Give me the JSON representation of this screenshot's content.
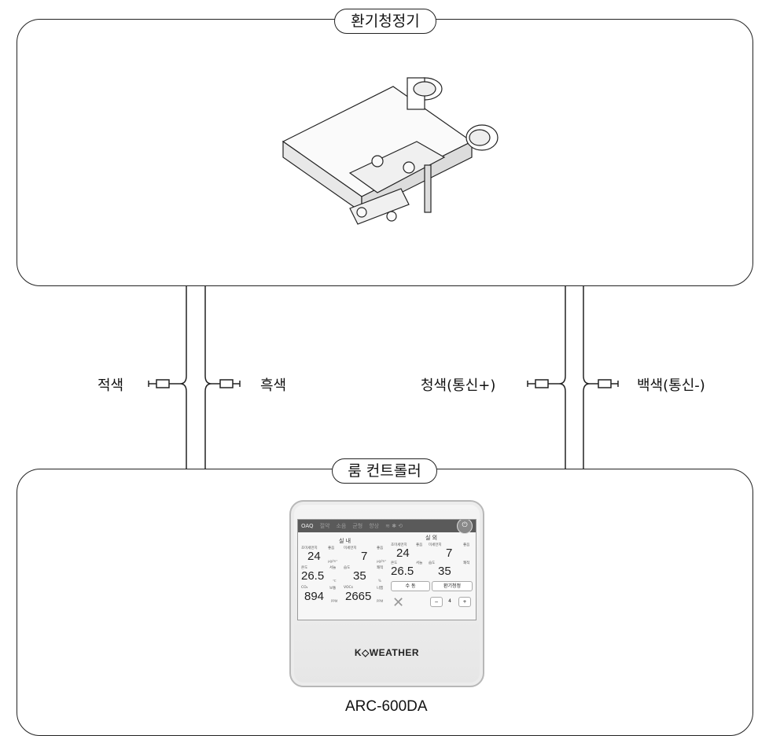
{
  "top_box": {
    "title": "환기청정기"
  },
  "bottom_box": {
    "title": "룸 컨트롤러",
    "model": "ARC-600DA"
  },
  "wires": [
    {
      "label": "적색"
    },
    {
      "label": "흑색"
    },
    {
      "label": "청색(통신+)"
    },
    {
      "label": "백색(통신-)"
    }
  ],
  "controller": {
    "tabs": [
      "OAQ",
      "절약",
      "소음",
      "균형",
      "향상"
    ],
    "power_icon": "power-icon",
    "indoor_title": "실  내",
    "outdoor_title": "실  외",
    "indoor": {
      "pm10_label": "초미세먼지",
      "pm10_grade": "좋음",
      "pm10_value": "24",
      "pm_label": "미세먼지",
      "pm_grade": "좋음",
      "pm_value": "7",
      "temp_label": "온도",
      "temp_grade": "서늘",
      "temp_value": "26.5",
      "hum_label": "습도",
      "hum_grade": "쾌적",
      "hum_value": "35",
      "co2_label": "CO₂",
      "co2_grade": "보통",
      "co2_value": "894",
      "voc_label": "VOCs",
      "voc_grade": "나쁨",
      "voc_value": "2665",
      "unit_pm": "μg/m³",
      "unit_temp": "℃",
      "unit_hum": "%",
      "unit_ppm": "PPM"
    },
    "outdoor": {
      "pm10_label": "초미세먼지",
      "pm10_grade": "좋음",
      "pm10_value": "24",
      "pm_label": "미세먼지",
      "pm_grade": "좋음",
      "pm_value": "7",
      "temp_label": "온도",
      "temp_grade": "서늘",
      "temp_value": "26.5",
      "hum_label": "습도",
      "hum_grade": "쾌적",
      "hum_value": "35"
    },
    "mode_button": "수  동",
    "function_button": "환기청정",
    "fan_minus": "−",
    "fan_level": "4",
    "fan_plus": "+",
    "brand": "K◇WEATHER"
  }
}
